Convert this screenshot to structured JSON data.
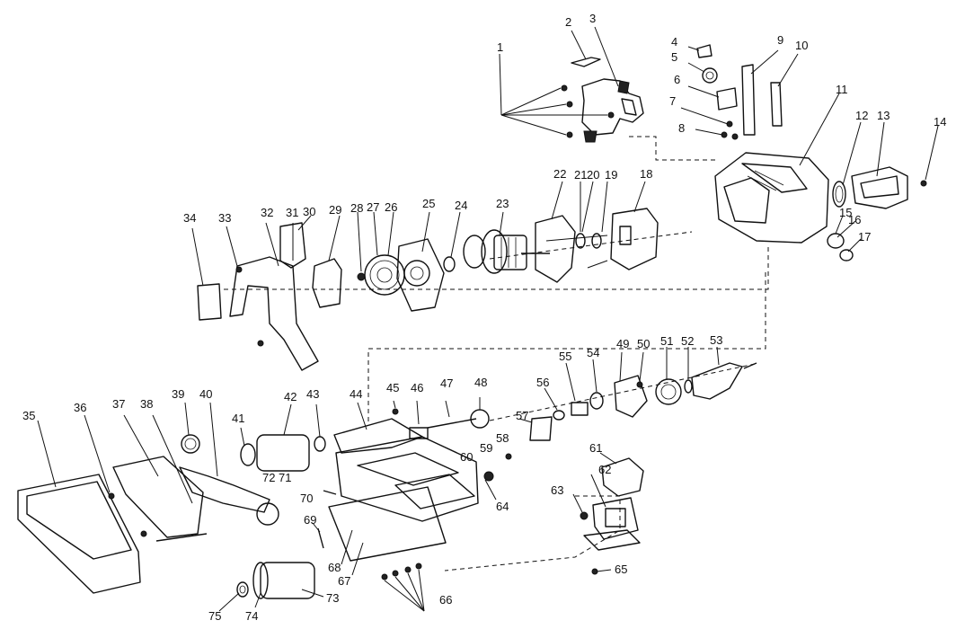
{
  "diagram": {
    "labels": [
      "1",
      "2",
      "3",
      "4",
      "5",
      "6",
      "7",
      "8",
      "9",
      "10",
      "11",
      "12",
      "13",
      "14",
      "15",
      "16",
      "17",
      "18",
      "19",
      "20",
      "21",
      "22",
      "23",
      "24",
      "25",
      "26",
      "27",
      "28",
      "29",
      "30",
      "31",
      "32",
      "33",
      "34",
      "35",
      "36",
      "37",
      "38",
      "39",
      "40",
      "41",
      "42",
      "43",
      "44",
      "45",
      "46",
      "47",
      "48",
      "49",
      "50",
      "51",
      "52",
      "53",
      "54",
      "55",
      "56",
      "57",
      "58",
      "59",
      "60",
      "61",
      "62",
      "63",
      "64",
      "65",
      "66",
      "67",
      "68",
      "69",
      "70",
      "71",
      "72",
      "73",
      "74",
      "75"
    ]
  }
}
